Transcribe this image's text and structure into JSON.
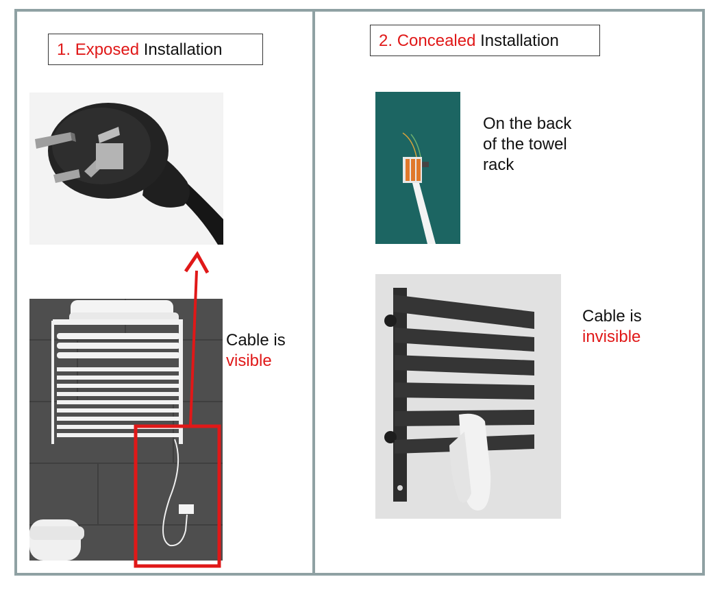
{
  "left": {
    "title_number": "1.",
    "title_keyword": "Exposed",
    "title_rest": "Installation",
    "caption_line1": "Cable is",
    "caption_line2": "visible"
  },
  "right": {
    "title_number": "2.",
    "title_keyword": "Concealed",
    "title_rest": "Installation",
    "back_line1": "On the back",
    "back_line2": "of the towel",
    "back_line3": "rack",
    "caption_line1": "Cable is",
    "caption_line2": "invisible"
  },
  "colors": {
    "border": "#8fa1a3",
    "highlight": "#e01818"
  }
}
